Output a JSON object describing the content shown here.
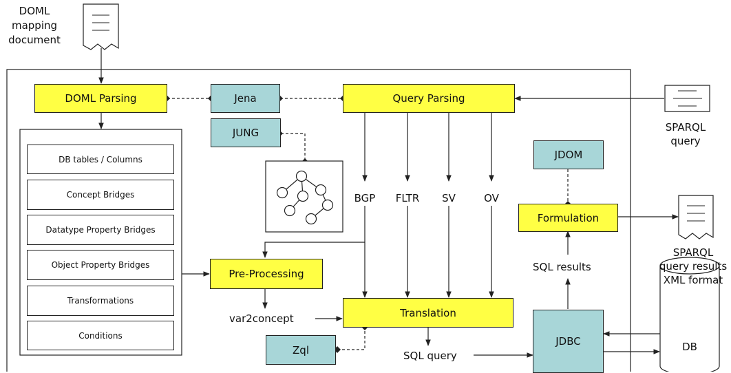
{
  "inputs": {
    "doml_doc": [
      "DOML",
      "mapping",
      "document"
    ],
    "sparql_query": [
      "SPARQL",
      "query"
    ],
    "sparql_results": [
      "SPARQL",
      "query results",
      "XML format"
    ],
    "db": "DB"
  },
  "components": {
    "doml_parsing": "DOML Parsing",
    "jena": "Jena",
    "query_parsing": "Query Parsing",
    "jung": "JUNG",
    "jdom": "JDOM",
    "formulation": "Formulation",
    "pre_processing": "Pre-Processing",
    "translation": "Translation",
    "zql": "Zql",
    "jdbc": "JDBC"
  },
  "doml_elements": [
    "DB tables / Columns",
    "Concept Bridges",
    "Datatype Property Bridges",
    "Object Property Bridges",
    "Transformations",
    "Conditions"
  ],
  "query_parts": [
    "BGP",
    "FLTR",
    "SV",
    "OV"
  ],
  "labels": {
    "var2concept": "var2concept",
    "sql_query": "SQL query",
    "sql_results": "SQL results"
  },
  "colors": {
    "component": "#ffff44",
    "library": "#a8d6d8",
    "line": "#222222"
  }
}
